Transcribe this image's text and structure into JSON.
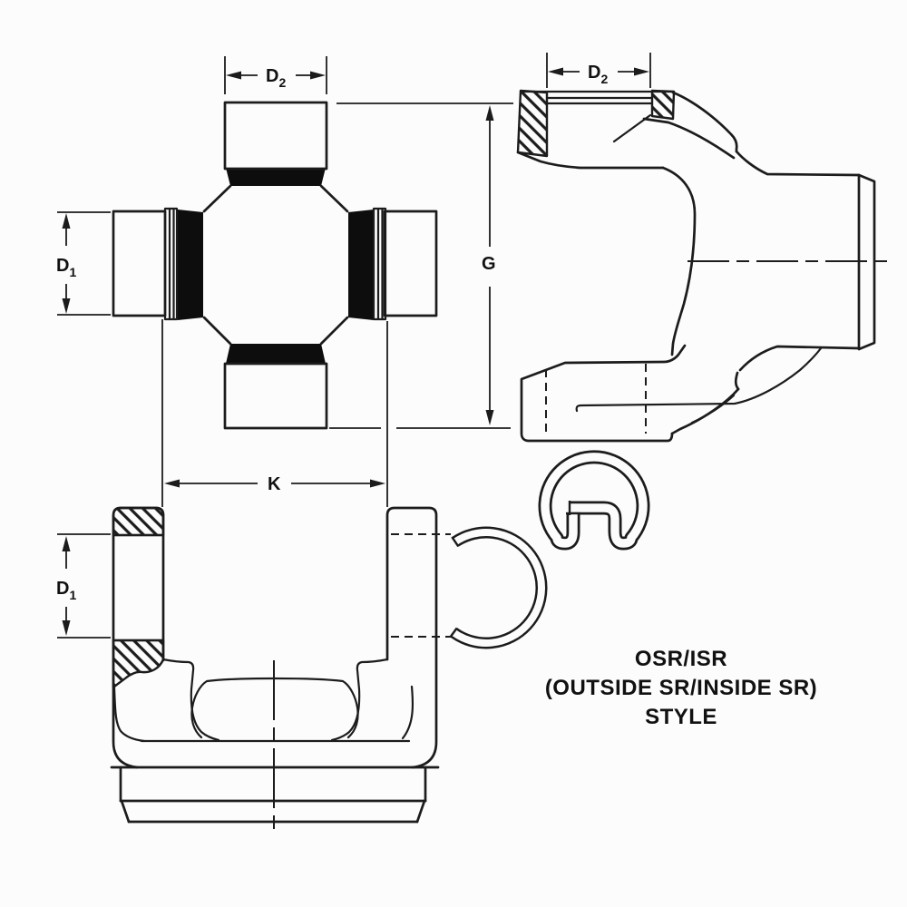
{
  "diagram": {
    "dimensions": {
      "d2_cross": {
        "main": "D",
        "sub": "2"
      },
      "d2_yoke": {
        "main": "D",
        "sub": "2"
      },
      "d1_cross": {
        "main": "D",
        "sub": "1"
      },
      "d1_section": {
        "main": "D",
        "sub": "1"
      },
      "g": {
        "main": "G",
        "sub": ""
      },
      "k": {
        "main": "K",
        "sub": ""
      }
    },
    "caption": {
      "line1": "OSR/ISR",
      "line2": "(OUTSIDE SR/INSIDE SR)",
      "line3": "STYLE"
    },
    "colors": {
      "line": "#1c1c1c",
      "seal_fill": "#0d0d0d",
      "background": "#fcfcfc"
    }
  }
}
